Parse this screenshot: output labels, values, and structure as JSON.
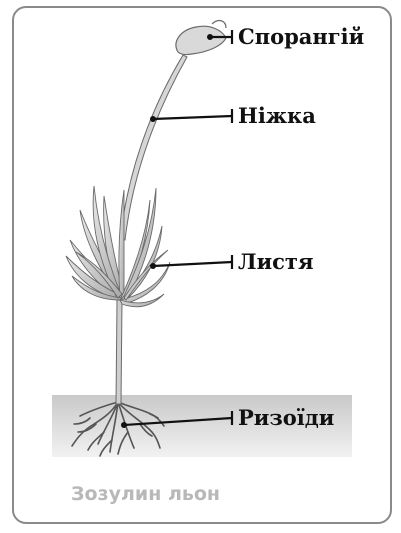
{
  "labels": {
    "sporangium": "Спорангій",
    "stalk": "Ніжка",
    "leaves": "Листя",
    "rhizoids": "Ризоїди"
  },
  "caption": "Зозулин льон",
  "colors": {
    "frame": "#8a8a8a",
    "soil": "#d9d9d9",
    "plant_fill": "#d8d8d8",
    "plant_stroke": "#6a6a6a",
    "leader": "#111111",
    "caption": "#b8b8b8"
  }
}
